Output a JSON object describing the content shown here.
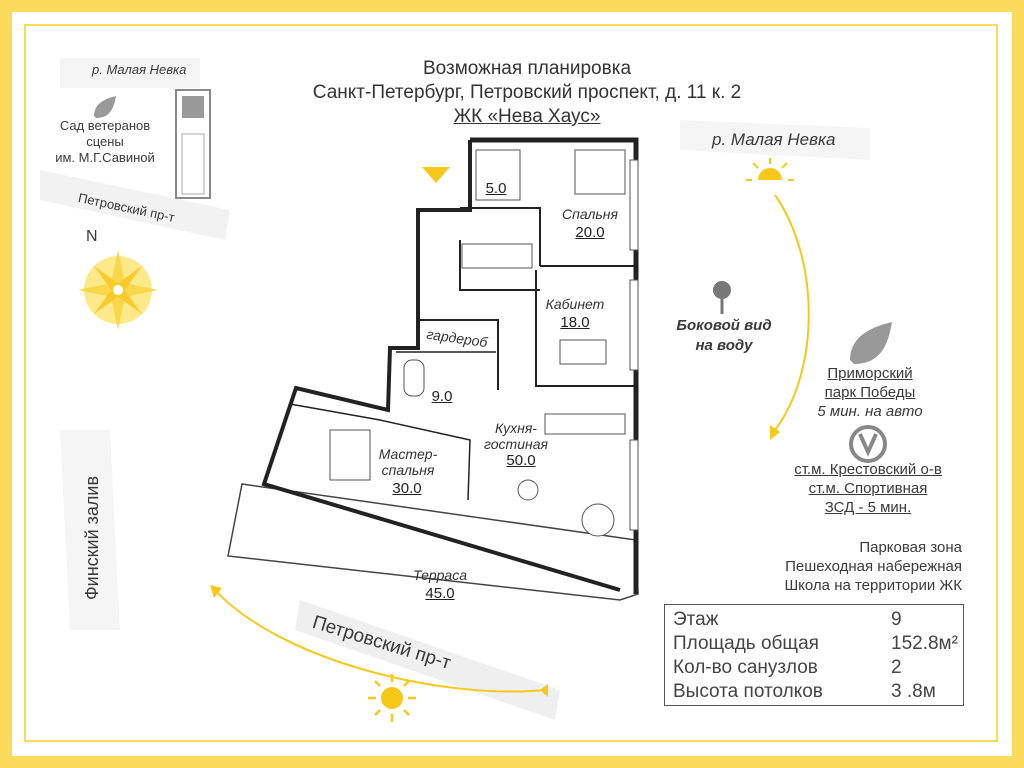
{
  "header": {
    "line1": "Возможная планировка",
    "line2": "Санкт-Петербург, Петровский проспект, д. 11 к. 2",
    "line3": "ЖК «Нева Хаус»"
  },
  "map": {
    "river_top_left": "р. Малая Невка",
    "garden": [
      "Сад ветеранов",
      "сцены",
      "им. М.Г.Савиной"
    ],
    "street_top": "Петровский пр-т",
    "north": "N",
    "gulf": "Финский залив",
    "river_right": "р. Малая Невка",
    "side_view": [
      "Боковой вид",
      "на воду"
    ],
    "park": [
      "Приморский",
      "парк Победы",
      "5 мин. на авто"
    ],
    "metro": [
      "ст.м. Крестовский о-в",
      "ст.м. Спортивная",
      "ЗСД - 5 мин."
    ],
    "features": [
      "Парковая зона",
      "Пешеходная набережная",
      "Школа на территории ЖК"
    ],
    "street_bottom": "Петровский пр-т"
  },
  "rooms": [
    {
      "name": "",
      "area": "5.0"
    },
    {
      "name": "Спальня",
      "area": "20.0"
    },
    {
      "name": "Кабинет",
      "area": "18.0"
    },
    {
      "name": "гардероб",
      "area": ""
    },
    {
      "name": "",
      "area": "9.0"
    },
    {
      "name": "Кухня-\nгостиная",
      "area": "50.0"
    },
    {
      "name": "Мастер-\nспальня",
      "area": "30.0"
    },
    {
      "name": "Терраса",
      "area": "45.0"
    }
  ],
  "stats": [
    {
      "label": "Этаж",
      "value": "9"
    },
    {
      "label": "Площадь общая",
      "value": "152.8м²"
    },
    {
      "label": "Кол-во санузлов",
      "value": "2"
    },
    {
      "label": "Высота потолков",
      "value": "3 .8м"
    }
  ],
  "colors": {
    "frame": "#fbd95a",
    "sun": "#f7c81a",
    "wall": "#222222"
  },
  "icons": [
    "leaf-icon",
    "compass-icon",
    "sun-icon",
    "map-pin-icon",
    "metro-icon",
    "entrance-arrow-icon"
  ]
}
